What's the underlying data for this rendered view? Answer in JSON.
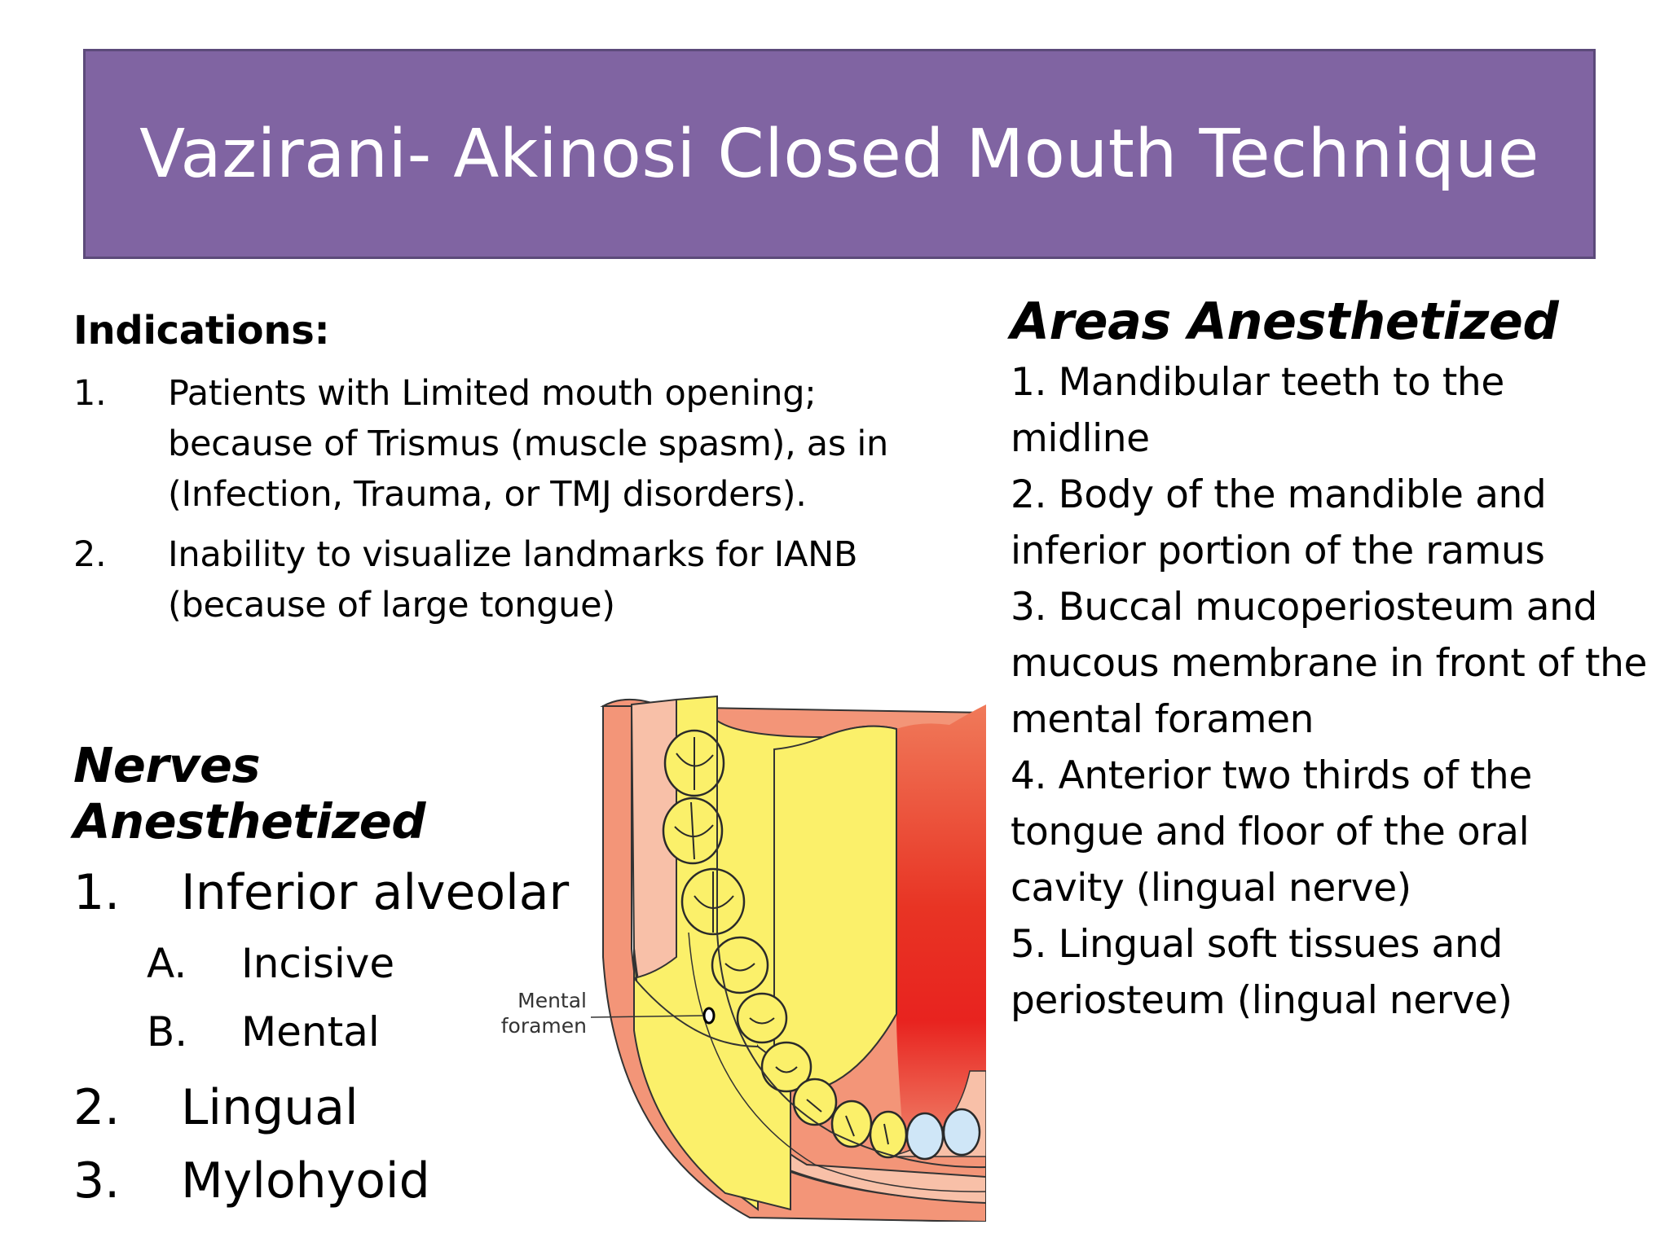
{
  "slide": {
    "title": "Vazirani- Akinosi Closed Mouth Technique"
  },
  "indications": {
    "heading": "Indications:",
    "items": [
      {
        "num": "1.",
        "text": "Patients with Limited mouth opening; because of Trismus (muscle spasm), as in (Infection, Trauma, or TMJ disorders)."
      },
      {
        "num": "2.",
        "text": "Inability to visualize landmarks for IANB (because of large tongue)"
      }
    ]
  },
  "nerves": {
    "heading": "Nerves Anesthetized",
    "items": [
      {
        "num": "1.",
        "text": "Inferior alveolar",
        "sub": [
          {
            "num": "A.",
            "text": "Incisive"
          },
          {
            "num": "B.",
            "text": "Mental"
          }
        ]
      },
      {
        "num": "2.",
        "text": "Lingual"
      },
      {
        "num": "3.",
        "text": "Mylohyoid"
      }
    ]
  },
  "areas": {
    "heading": "Areas Anesthetized",
    "items": [
      "1. Mandibular teeth to the midline",
      "2. Body of the mandible and inferior portion of the ramus",
      "3. Buccal mucoperiosteum and mucous membrane in front of the mental foramen",
      "4. Anterior two thirds of the tongue and floor of the oral cavity (lingual nerve)",
      "5. Lingual soft tissues and periosteum (lingual nerve)"
    ]
  },
  "diagram": {
    "label_line1": "Mental",
    "label_line2": "foramen",
    "colors": {
      "bone_outer": "#f39578",
      "bone_inner": "#f8c0a8",
      "anesthetized": "#fbf06a",
      "tongue_red": "#e8231f",
      "tongue_edge": "#f08060",
      "tooth_outline": "#2a2a2a",
      "incisor_blue": "#cfe6f7"
    }
  }
}
